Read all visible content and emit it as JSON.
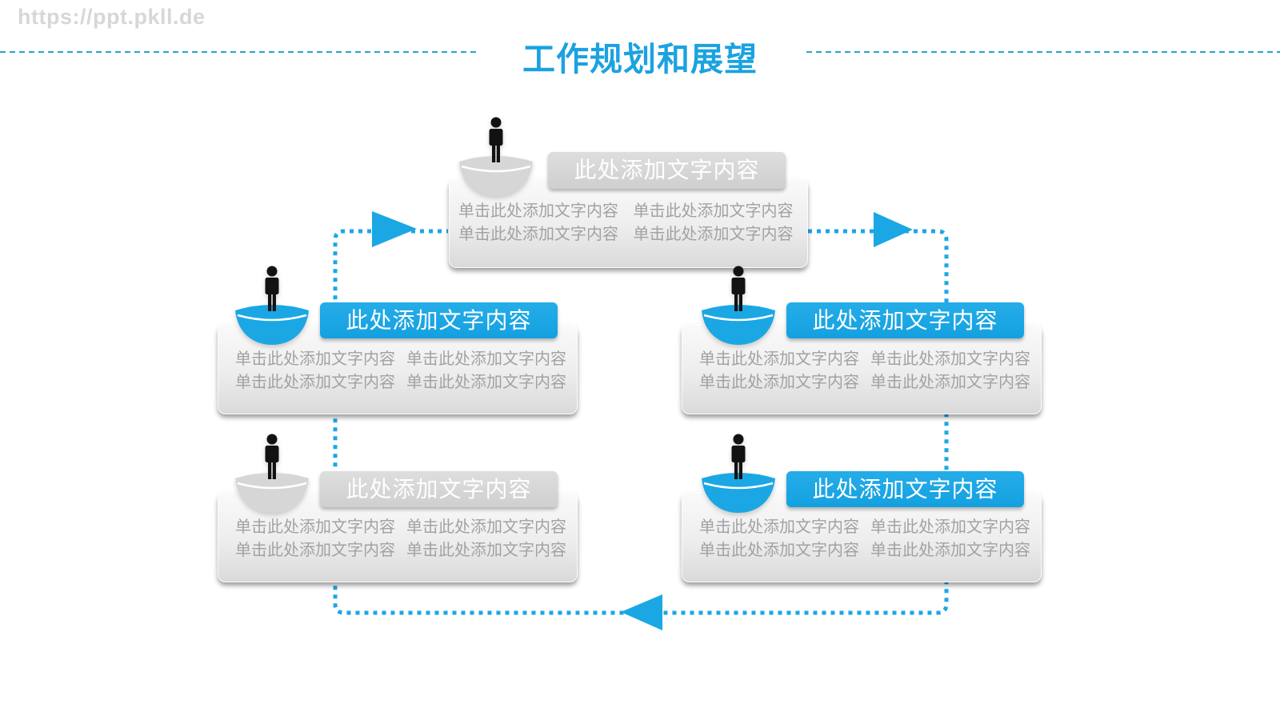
{
  "watermark": "https://ppt.pkll.de",
  "title": "工作规划和展望",
  "colors": {
    "accent_blue": "#1BA7E4",
    "divider_teal": "#2AA5C9",
    "header_gray": "#D5D5D5",
    "body_text_gray": "#A2A2A6",
    "title_blue": "#1BA2E0",
    "figure_black": "#121212",
    "bowl_gray": "#D6D6D6"
  },
  "icons": [
    "person-on-bowl-icon",
    "arrow-right-icon",
    "arrow-left-icon"
  ],
  "boxes": [
    {
      "id": "top",
      "variant": "gray",
      "header": "此处添加文字内容",
      "body": [
        "单击此处添加文字内容",
        "单击此处添加文字内容",
        "单击此处添加文字内容",
        "单击此处添加文字内容"
      ]
    },
    {
      "id": "middle-left",
      "variant": "blue",
      "header": "此处添加文字内容",
      "body": [
        "单击此处添加文字内容",
        "单击此处添加文字内容",
        "单击此处添加文字内容",
        "单击此处添加文字内容"
      ]
    },
    {
      "id": "middle-right",
      "variant": "blue",
      "header": "此处添加文字内容",
      "body": [
        "单击此处添加文字内容",
        "单击此处添加文字内容",
        "单击此处添加文字内容",
        "单击此处添加文字内容"
      ]
    },
    {
      "id": "bottom-left",
      "variant": "gray",
      "header": "此处添加文字内容",
      "body": [
        "单击此处添加文字内容",
        "单击此处添加文字内容",
        "单击此处添加文字内容",
        "单击此处添加文字内容"
      ]
    },
    {
      "id": "bottom-right",
      "variant": "blue",
      "header": "此处添加文字内容",
      "body": [
        "单击此处添加文字内容",
        "单击此处添加文字内容",
        "单击此处添加文字内容",
        "单击此处添加文字内容"
      ]
    }
  ]
}
